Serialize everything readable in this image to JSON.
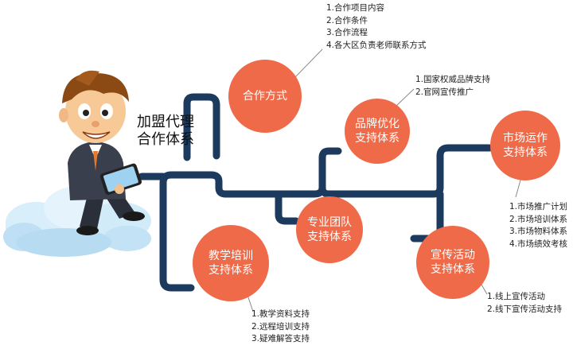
{
  "colors": {
    "road": "#1b3a5e",
    "circle": "#ee6a48",
    "leader": "#888888"
  },
  "title": {
    "line1": "加盟代理",
    "line2": "合作体系"
  },
  "nodes": {
    "cooperation": {
      "line1": "合作方式",
      "line2": ""
    },
    "brand": {
      "line1": "品牌优化",
      "line2": "支持体系"
    },
    "market": {
      "line1": "市场运作",
      "line2": "支持体系"
    },
    "team": {
      "line1": "专业团队",
      "line2": "支持体系"
    },
    "promo": {
      "line1": "宣传活动",
      "line2": "支持体系"
    },
    "training": {
      "line1": "教学培训",
      "line2": "支持体系"
    }
  },
  "callouts": {
    "cooperation": [
      "1.合作项目内容",
      "2.合作条件",
      "3.合作流程",
      "4.各大区负责老师联系方式"
    ],
    "brand": [
      "1.国家权威品牌支持",
      "2.官网宣传推广"
    ],
    "market": [
      "1.市场推广计划",
      "2.市场培训体系",
      "3.市场物料体系",
      "4.市场绩效考核"
    ],
    "promo": [
      "1.线上宣传活动",
      "2.线下宣传活动支持"
    ],
    "training": [
      "1.教学资料支持",
      "2.远程培训支持",
      "3.疑难解答支持"
    ]
  },
  "illustration": {
    "character": "businessman-with-tablet",
    "base": "cloud"
  }
}
